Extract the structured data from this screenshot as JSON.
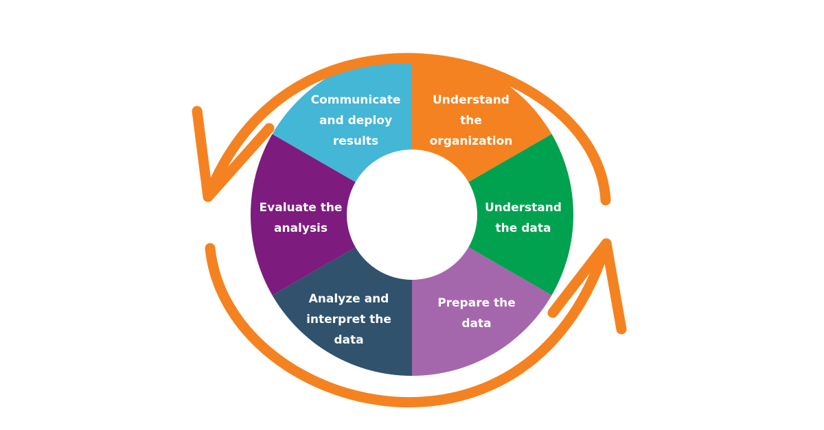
{
  "diagram": {
    "segments": [
      {
        "id": "understand-the-organization",
        "lines": [
          "Understand",
          "the",
          "organization"
        ],
        "color": "#F58220"
      },
      {
        "id": "understand-the-data",
        "lines": [
          "Understand",
          "the data"
        ],
        "color": "#00A24F"
      },
      {
        "id": "prepare-the-data",
        "lines": [
          "Prepare the",
          "data"
        ],
        "color": "#A567AB"
      },
      {
        "id": "analyze-and-interpret-the-data",
        "lines": [
          "Analyze and",
          "interpret the",
          "data"
        ],
        "color": "#31526D"
      },
      {
        "id": "evaluate-the-analysis",
        "lines": [
          "Evaluate the",
          "analysis"
        ],
        "color": "#7D1B7E"
      },
      {
        "id": "communicate-and-deploy-results",
        "lines": [
          "Communicate",
          "and deploy",
          "results"
        ],
        "color": "#44B6D6"
      }
    ],
    "cycle_arrow_color": "#F58220",
    "center_color": "#FFFFFF",
    "cycle_arrows": [
      "upper-counterclockwise-arrow",
      "lower-counterclockwise-arrow"
    ]
  }
}
